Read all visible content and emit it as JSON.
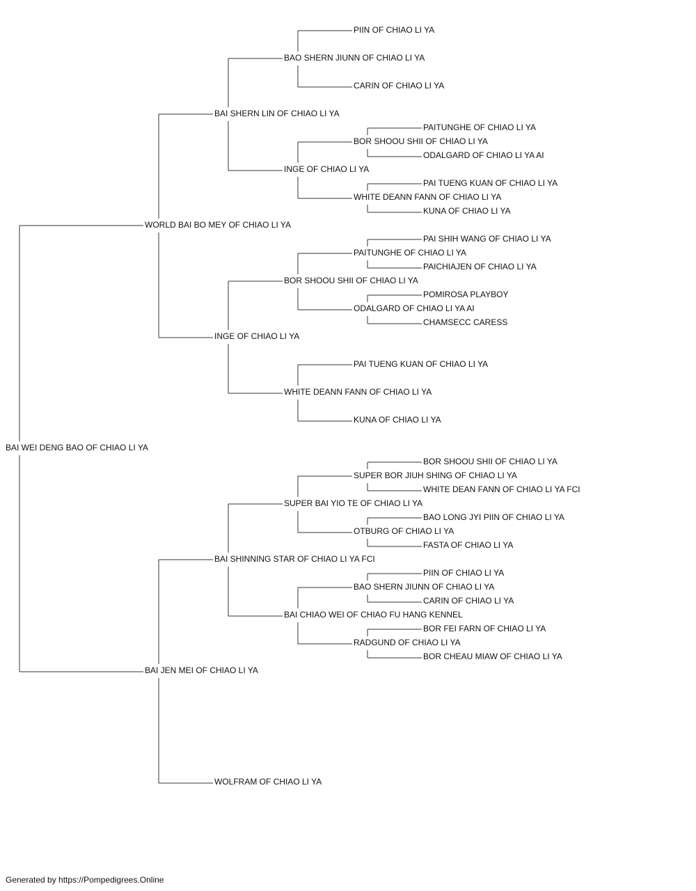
{
  "root": {
    "name": "BAI WEI DENG BAO OF CHIAO LI YA",
    "sire": {
      "name": "WORLD BAI BO MEY OF CHIAO LI YA",
      "sire": {
        "name": "BAI SHERN LIN OF CHIAO LI YA",
        "sire": {
          "name": "BAO SHERN JIUNN OF CHIAO LI YA",
          "sire": {
            "name": "PIIN OF CHIAO LI YA"
          },
          "dam": {
            "name": "CARIN OF CHIAO LI YA"
          }
        },
        "dam": {
          "name": "INGE OF CHIAO LI YA",
          "sire": {
            "name": "BOR SHOOU SHII OF CHIAO LI YA",
            "sire": {
              "name": "PAITUNGHE OF CHIAO LI YA"
            },
            "dam": {
              "name": "ODALGARD OF CHIAO LI YA AI"
            }
          },
          "dam": {
            "name": "WHITE DEANN FANN OF CHIAO LI YA",
            "sire": {
              "name": "PAI TUENG KUAN OF CHIAO LI YA"
            },
            "dam": {
              "name": "KUNA OF CHIAO LI YA"
            }
          }
        }
      },
      "dam": {
        "name": "INGE OF CHIAO LI YA",
        "sire": {
          "name": "BOR SHOOU SHII OF CHIAO LI YA",
          "sire": {
            "name": "PAITUNGHE OF CHIAO LI YA",
            "sire": {
              "name": "PAI SHIH WANG OF CHIAO LI YA"
            },
            "dam": {
              "name": "PAICHIAJEN OF CHIAO LI YA"
            }
          },
          "dam": {
            "name": "ODALGARD OF CHIAO LI YA AI",
            "sire": {
              "name": "POMIROSA PLAYBOY"
            },
            "dam": {
              "name": "CHAMSECC CARESS"
            }
          }
        },
        "dam": {
          "name": "WHITE DEANN FANN OF CHIAO LI YA",
          "sire": {
            "name": "PAI TUENG KUAN OF CHIAO LI YA"
          },
          "dam": {
            "name": "KUNA OF CHIAO LI YA"
          }
        }
      }
    },
    "dam": {
      "name": "BAI JEN MEI OF CHIAO LI YA",
      "sire": {
        "name": "BAI SHINNING STAR OF CHIAO LI YA FCI",
        "sire": {
          "name": "SUPER BAI YIO TE OF CHIAO LI YA",
          "sire": {
            "name": "SUPER BOR JIUH SHING OF CHIAO LI YA",
            "sire": {
              "name": "BOR SHOOU SHII OF CHIAO LI YA"
            },
            "dam": {
              "name": "WHITE DEAN FANN OF CHIAO LI YA FCI"
            }
          },
          "dam": {
            "name": "OTBURG OF CHIAO LI YA",
            "sire": {
              "name": "BAO LONG JYI PIIN OF CHIAO LI YA"
            },
            "dam": {
              "name": "FASTA OF CHIAO LI YA"
            }
          }
        },
        "dam": {
          "name": "BAI CHIAO WEI OF CHIAO FU HANG KENNEL",
          "sire": {
            "name": "BAO SHERN JIUNN OF CHIAO LI YA",
            "sire": {
              "name": "PIIN OF CHIAO LI YA"
            },
            "dam": {
              "name": "CARIN OF CHIAO LI YA"
            }
          },
          "dam": {
            "name": "RADGUND OF CHIAO LI YA",
            "sire": {
              "name": "BOR FEI FARN OF CHIAO LI YA"
            },
            "dam": {
              "name": "BOR CHEAU MIAW OF CHIAO LI YA"
            }
          }
        }
      },
      "dam": {
        "name": "WOLFRAM OF CHIAO LI YA"
      }
    }
  },
  "footer": {
    "text": "Generated by https://Pompedigrees.Online"
  }
}
